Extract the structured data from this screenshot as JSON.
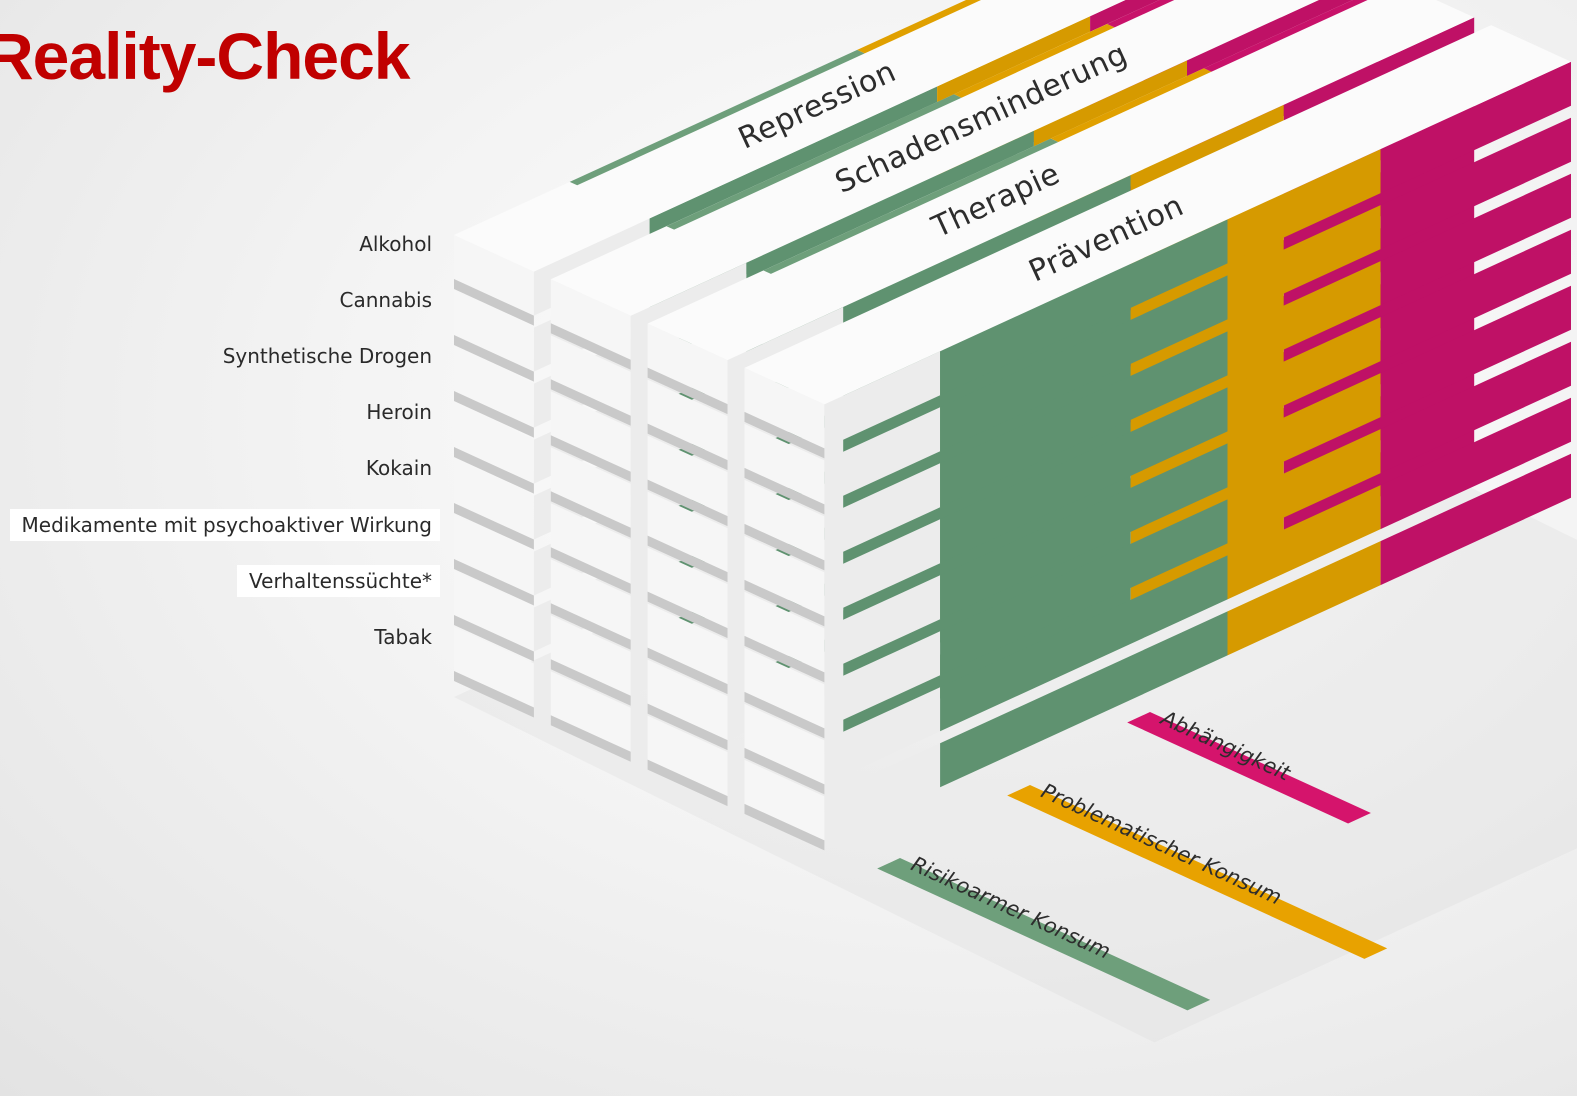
{
  "title": "Reality-Check",
  "approaches": [
    "Repression",
    "Schadensminderung",
    "Therapie",
    "Prävention"
  ],
  "substances": [
    "Alkohol",
    "Cannabis",
    "Synthetische Drogen",
    "Heroin",
    "Kokain",
    "Medikamente mit psychoaktiver Wirkung",
    "Verhaltenssüchte*",
    "Tabak"
  ],
  "consumption_levels": [
    {
      "label": "Risikoarmer Konsum",
      "color": "#6e9f7b"
    },
    {
      "label": "Problematischer Konsum",
      "color": "#e8a200"
    },
    {
      "label": "Abhängigkeit",
      "color": "#d5146c"
    }
  ],
  "colors": {
    "title": "#c00000",
    "slab_top": "#fbfbfb",
    "slab_side": "#ececec",
    "gap": "#c9c9c9",
    "green": "#6e9f7b",
    "yellow": "#e0a000",
    "magenta": "#c8126a",
    "green_side": "#5f9270",
    "yellow_side": "#d69a00",
    "magenta_side": "#bf1166"
  }
}
